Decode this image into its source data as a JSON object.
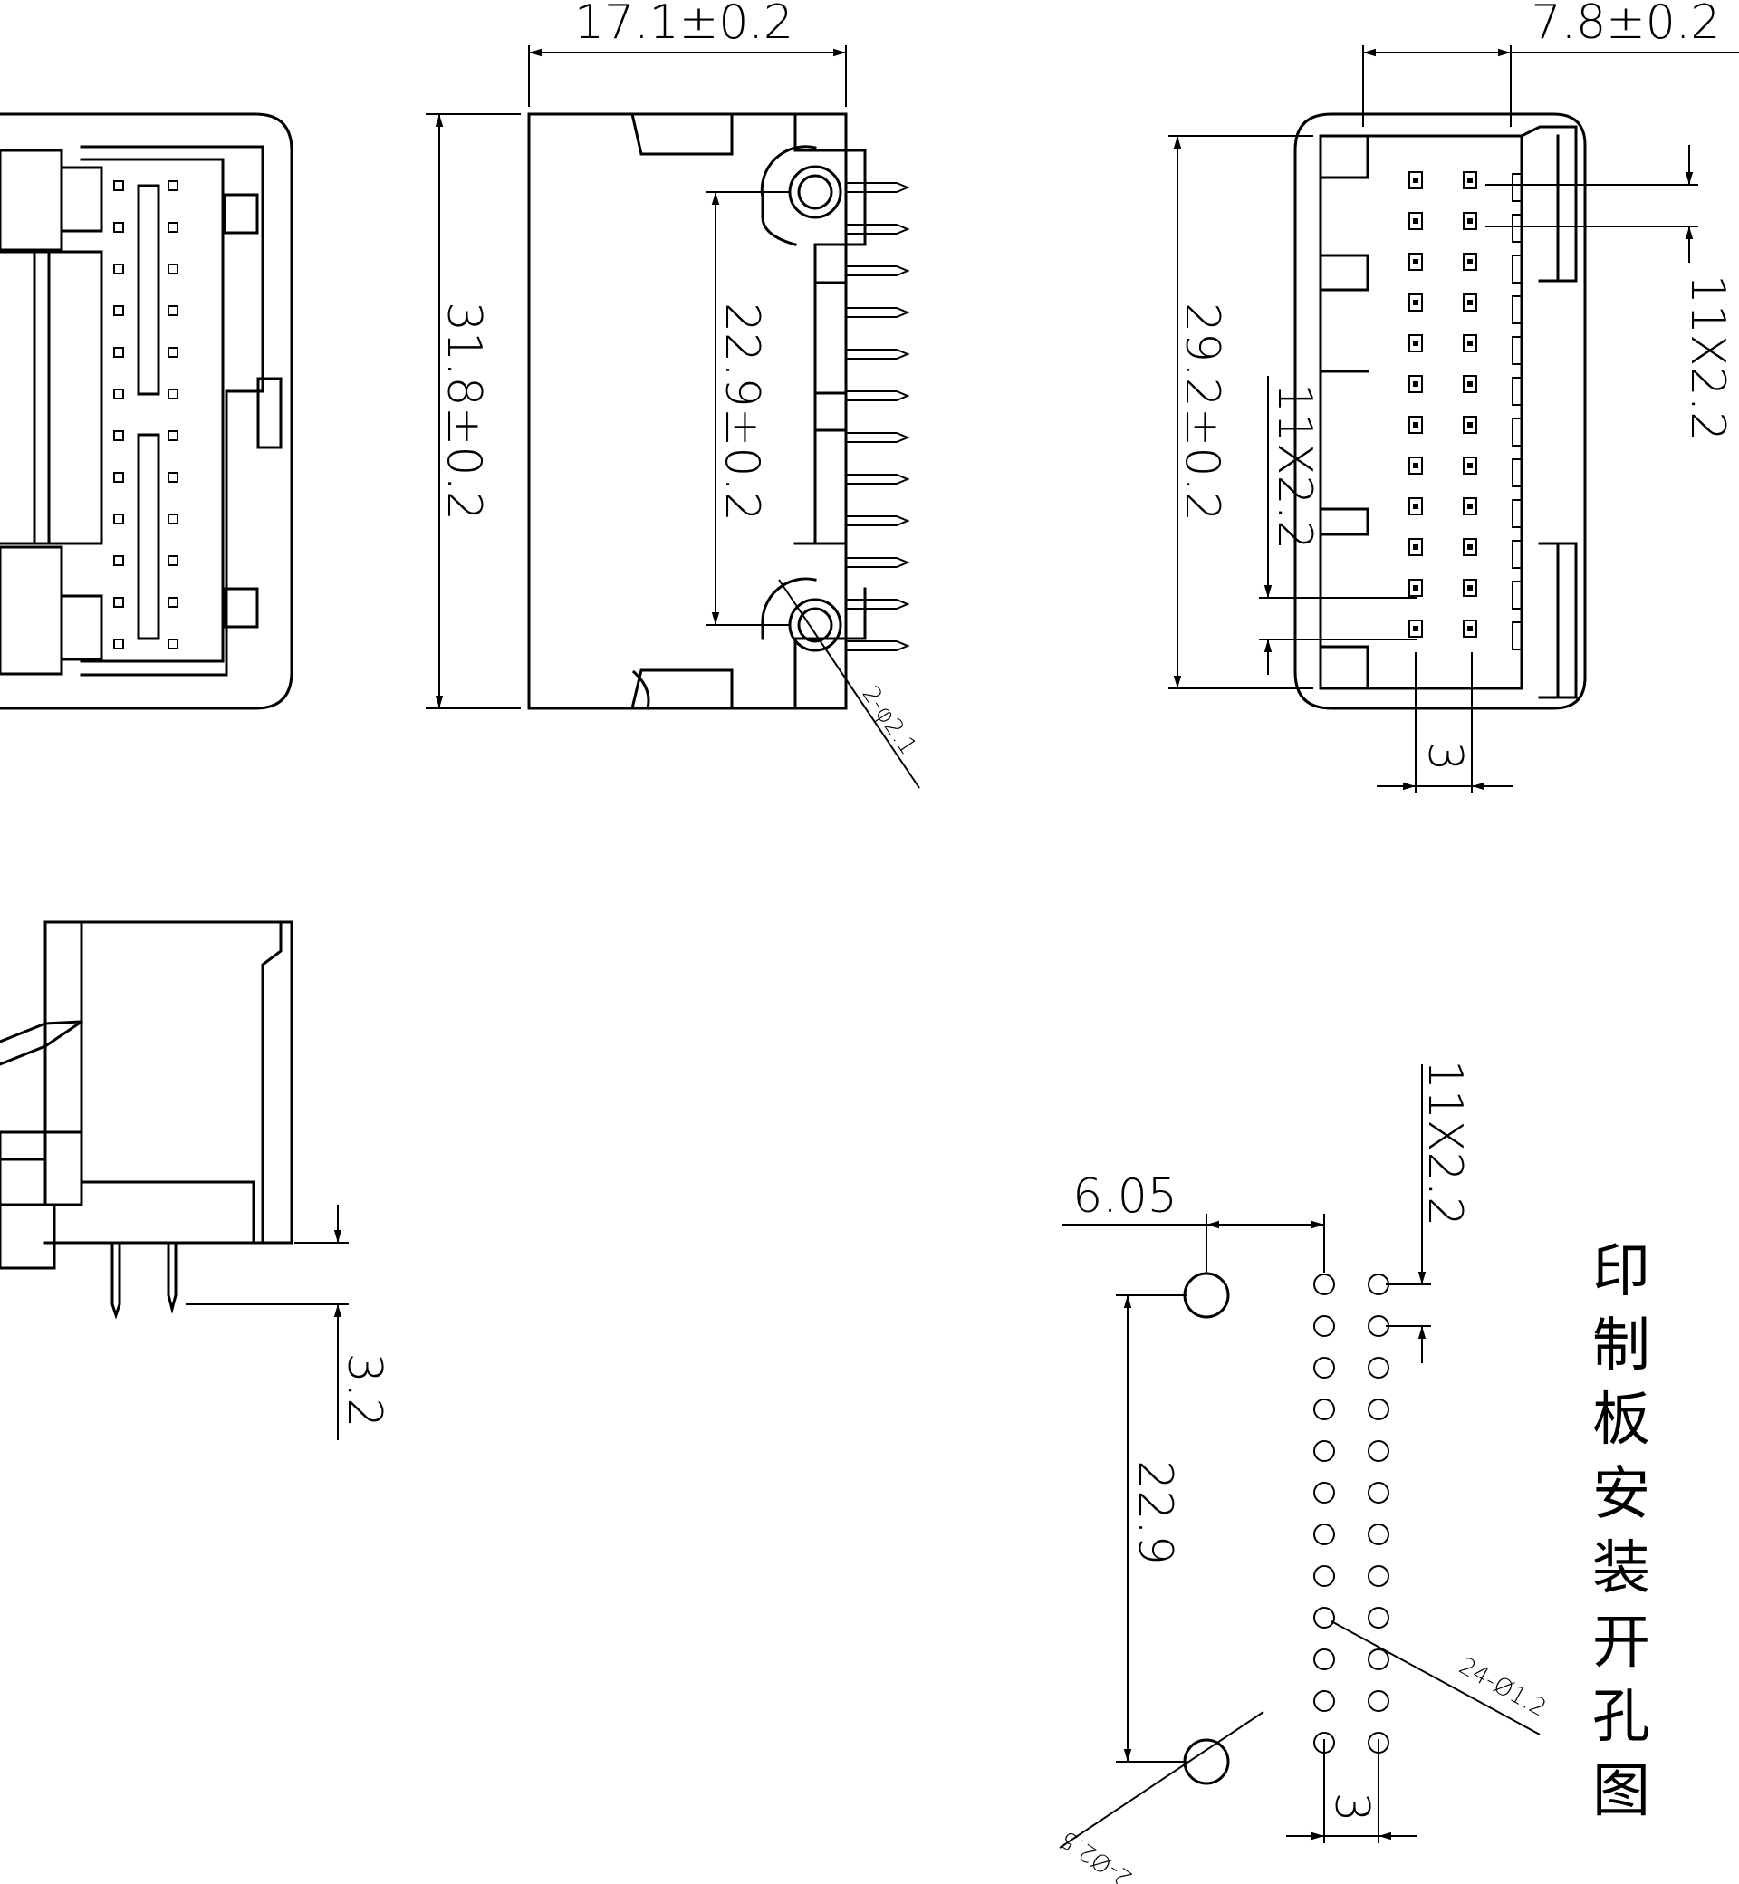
{
  "dims": {
    "width_top": "17.1±0.2",
    "depth_right": "7.8±0.2",
    "height_side": "31.8±0.2",
    "mount_pitch": "22.9±0.2",
    "mount_holes": "2-φ2.1",
    "inner_height": "29.2±0.2",
    "pitch_right": "11X2.2",
    "pitch_inner": "11X2.2",
    "row_spacing_top": "3",
    "pin_offset": "3.2",
    "pcb_offset": "6.05",
    "pcb_pitch": "11X2.2",
    "pcb_mount_pitch": "22.9",
    "pcb_pin_holes": "24-Ø1.2",
    "pcb_mount_holes": "2-Ø2.5",
    "pcb_row_spacing": "3"
  },
  "title_cjk": "印制板安装开孔图"
}
